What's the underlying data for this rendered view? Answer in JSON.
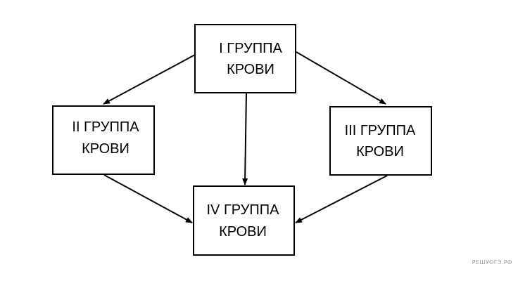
{
  "nodes": {
    "group1": {
      "line1": "I ГРУППА",
      "line2": "КРОВИ"
    },
    "group2": {
      "line1": "II ГРУППА",
      "line2": "КРОВИ"
    },
    "group3": {
      "line1": "III ГРУППА",
      "line2": "КРОВИ"
    },
    "group4": {
      "line1": "IV ГРУППА",
      "line2": "КРОВИ"
    }
  },
  "edges": [
    {
      "from": "group1",
      "to": "group2"
    },
    {
      "from": "group1",
      "to": "group3"
    },
    {
      "from": "group1",
      "to": "group4"
    },
    {
      "from": "group2",
      "to": "group4"
    },
    {
      "from": "group3",
      "to": "group4"
    }
  ],
  "watermark": "РЕШУОГЭ.РФ",
  "colors": {
    "stroke": "#000000",
    "background": "#ffffff",
    "watermark": "#9a9a9a"
  }
}
